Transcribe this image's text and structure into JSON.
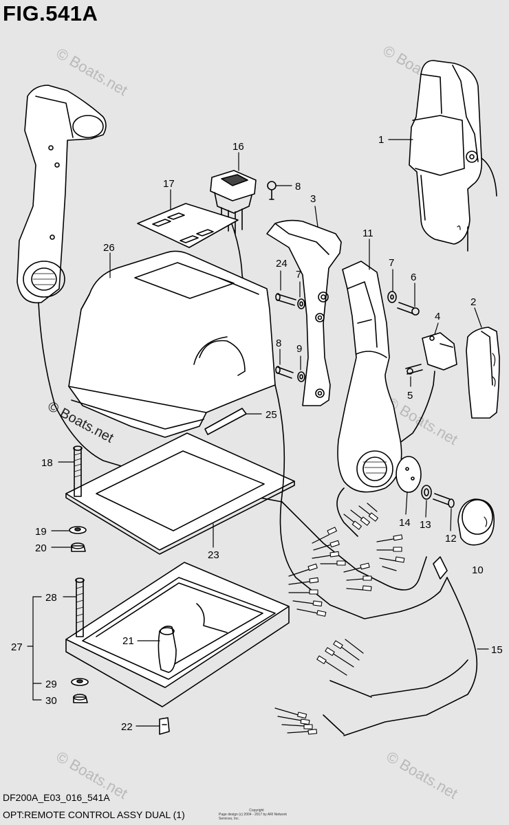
{
  "figure": {
    "title": "FIG.541A",
    "code": "DF200A_E03_016_541A",
    "description": "OPT:REMOTE CONTROL ASSY DUAL (1)",
    "copyright_line1": "Copyright",
    "copyright_line2": "Page design (c) 2004 - 2017 by ARI Network Services, Inc."
  },
  "watermark": "© Boats.net",
  "callouts": [
    {
      "id": "1",
      "label": "1"
    },
    {
      "id": "2",
      "label": "2"
    },
    {
      "id": "3",
      "label": "3"
    },
    {
      "id": "4",
      "label": "4"
    },
    {
      "id": "5",
      "label": "5"
    },
    {
      "id": "6",
      "label": "6"
    },
    {
      "id": "7a",
      "label": "7"
    },
    {
      "id": "7b",
      "label": "7"
    },
    {
      "id": "8a",
      "label": "8"
    },
    {
      "id": "8b",
      "label": "8"
    },
    {
      "id": "9",
      "label": "9"
    },
    {
      "id": "10",
      "label": "10"
    },
    {
      "id": "11",
      "label": "11"
    },
    {
      "id": "12",
      "label": "12"
    },
    {
      "id": "13",
      "label": "13"
    },
    {
      "id": "14",
      "label": "14"
    },
    {
      "id": "15",
      "label": "15"
    },
    {
      "id": "16",
      "label": "16"
    },
    {
      "id": "17",
      "label": "17"
    },
    {
      "id": "18",
      "label": "18"
    },
    {
      "id": "19",
      "label": "19"
    },
    {
      "id": "20",
      "label": "20"
    },
    {
      "id": "21",
      "label": "21"
    },
    {
      "id": "22",
      "label": "22"
    },
    {
      "id": "23",
      "label": "23"
    },
    {
      "id": "24",
      "label": "24"
    },
    {
      "id": "25",
      "label": "25"
    },
    {
      "id": "26",
      "label": "26"
    },
    {
      "id": "27",
      "label": "27"
    },
    {
      "id": "28",
      "label": "28"
    },
    {
      "id": "29",
      "label": "29"
    },
    {
      "id": "30",
      "label": "30"
    }
  ]
}
